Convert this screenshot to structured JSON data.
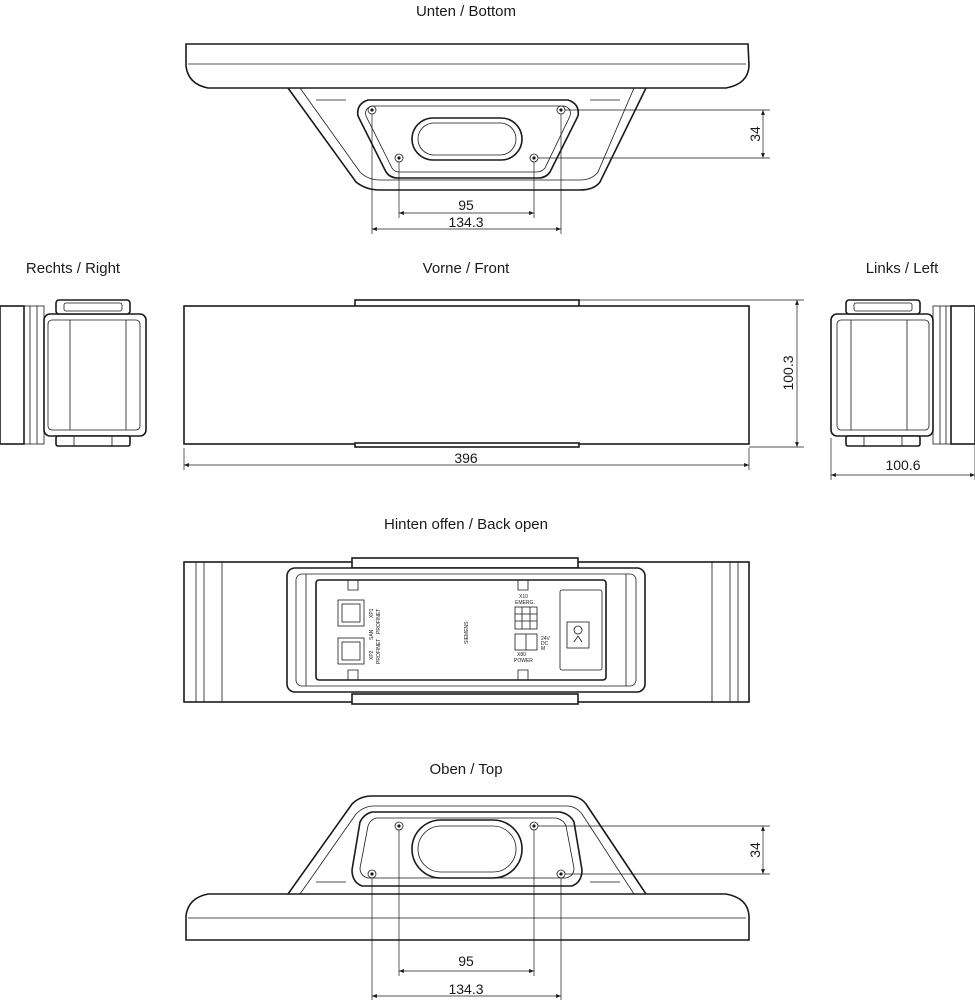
{
  "views": {
    "bottom": {
      "title": "Unten / Bottom",
      "dim_height": "34",
      "dim_inner": "95",
      "dim_outer": "134.3"
    },
    "right": {
      "title": "Rechts / Right"
    },
    "front": {
      "title": "Vorne / Front",
      "dim_width": "396",
      "dim_height": "100.3"
    },
    "left": {
      "title": "Links / Left",
      "dim_depth": "100.6"
    },
    "back": {
      "title": "Hinten offen / Back open",
      "pcb_labels": {
        "xp2": "XP2",
        "san": "SAN",
        "xp1": "XP1",
        "profinet_1": "PROFINET",
        "profinet_2": "PROFINET",
        "x10": "X10",
        "emerg": "EMERG.",
        "x80": "X80",
        "power": "POWER",
        "brand": "SIEMENS",
        "v24": "24V",
        "dc": "DC",
        "m": "M"
      }
    },
    "top": {
      "title": "Oben / Top",
      "dim_height": "34",
      "dim_inner": "95",
      "dim_outer": "134.3"
    }
  },
  "colors": {
    "line": "#1a1a1a",
    "background": "#ffffff"
  }
}
